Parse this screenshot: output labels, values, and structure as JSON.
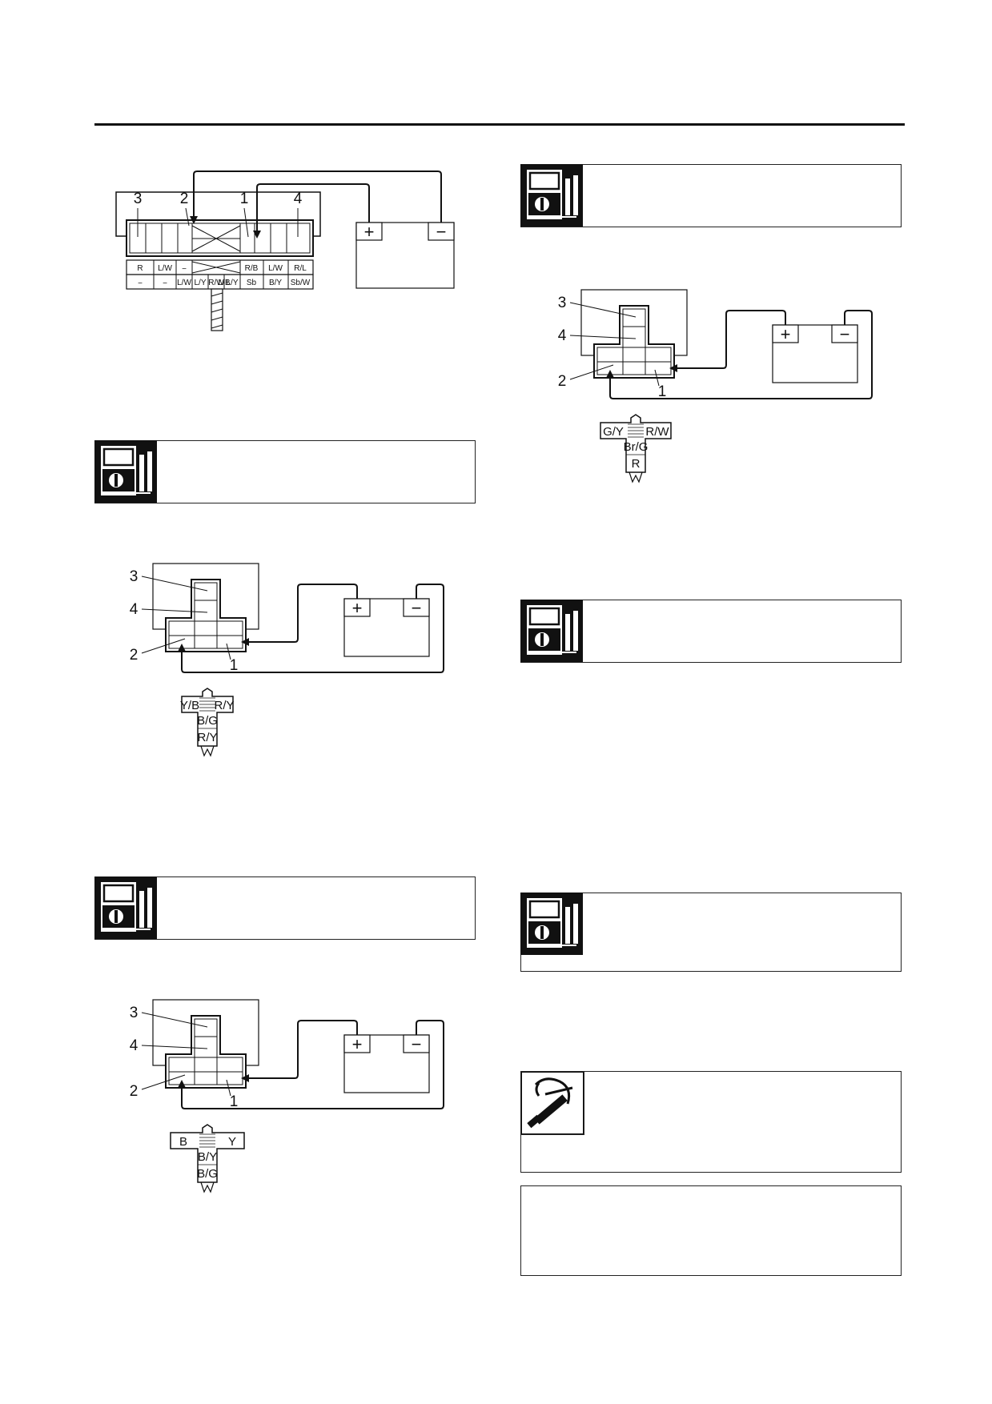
{
  "diagram_top": {
    "callouts": [
      "3",
      "2",
      "1",
      "4"
    ],
    "wire_row1": [
      "R",
      "L/W",
      "−",
      "R/B",
      "L/W",
      "R/L"
    ],
    "wire_row2": [
      "−",
      "−",
      "L/W",
      "L/Y",
      "R/W",
      "L/B",
      "L/Y",
      "Sb",
      "B/Y",
      "Sb/W"
    ],
    "battery_plus": "+",
    "battery_minus": "−"
  },
  "diagram_a": {
    "callouts": [
      "3",
      "4",
      "2",
      "1"
    ],
    "wire_left": "Y/B",
    "wire_right": "R/Y",
    "wire_mid1": "B/G",
    "wire_mid2": "R/Y",
    "battery_plus": "+",
    "battery_minus": "−"
  },
  "diagram_b": {
    "callouts": [
      "3",
      "4",
      "2",
      "1"
    ],
    "wire_left": "B",
    "wire_right": "Y",
    "wire_mid1": "B/Y",
    "wire_mid2": "B/G",
    "battery_plus": "+",
    "battery_minus": "−"
  },
  "diagram_c": {
    "callouts": [
      "3",
      "4",
      "2",
      "1"
    ],
    "wire_left": "G/Y",
    "wire_right": "R/W",
    "wire_mid1": "Br/G",
    "wire_mid2": "R",
    "battery_plus": "+",
    "battery_minus": "−"
  },
  "icons": {
    "meter": "pocket-tester-icon",
    "tool": "special-tool-icon"
  }
}
